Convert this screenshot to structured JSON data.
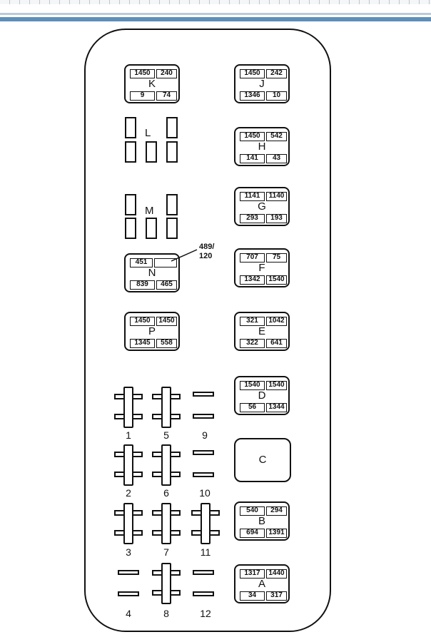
{
  "relays": [
    {
      "letter": "K",
      "tl": "1450",
      "tr": "240",
      "bl": "9",
      "br": "74"
    },
    {
      "letter": "J",
      "tl": "1450",
      "tr": "242",
      "bl": "1346",
      "br": "10"
    },
    {
      "letter": "H",
      "tl": "1450",
      "tr": "542",
      "bl": "141",
      "br": "43"
    },
    {
      "letter": "G",
      "tl": "1141",
      "tr": "1140",
      "bl": "293",
      "br": "193"
    },
    {
      "letter": "N",
      "tl": "451",
      "tr": "",
      "bl": "839",
      "br": "465"
    },
    {
      "letter": "F",
      "tl": "707",
      "tr": "75",
      "bl": "1342",
      "br": "1540"
    },
    {
      "letter": "P",
      "tl": "1450",
      "tr": "1450",
      "bl": "1345",
      "br": "558"
    },
    {
      "letter": "E",
      "tl": "321",
      "tr": "1042",
      "bl": "322",
      "br": "641"
    },
    {
      "letter": "D",
      "tl": "1540",
      "tr": "1540",
      "bl": "56",
      "br": "1344"
    },
    {
      "letter": "B",
      "tl": "540",
      "tr": "294",
      "bl": "694",
      "br": "1391"
    },
    {
      "letter": "A",
      "tl": "1317",
      "tr": "1440",
      "bl": "34",
      "br": "317"
    }
  ],
  "relay_c": {
    "letter": "C"
  },
  "relay_l": {
    "letter": "L"
  },
  "relay_m": {
    "letter": "M"
  },
  "callout": {
    "line1": "489/",
    "line2": "120"
  },
  "fuses": [
    "1",
    "2",
    "3",
    "4",
    "5",
    "6",
    "7",
    "8",
    "9",
    "10",
    "11",
    "12"
  ]
}
